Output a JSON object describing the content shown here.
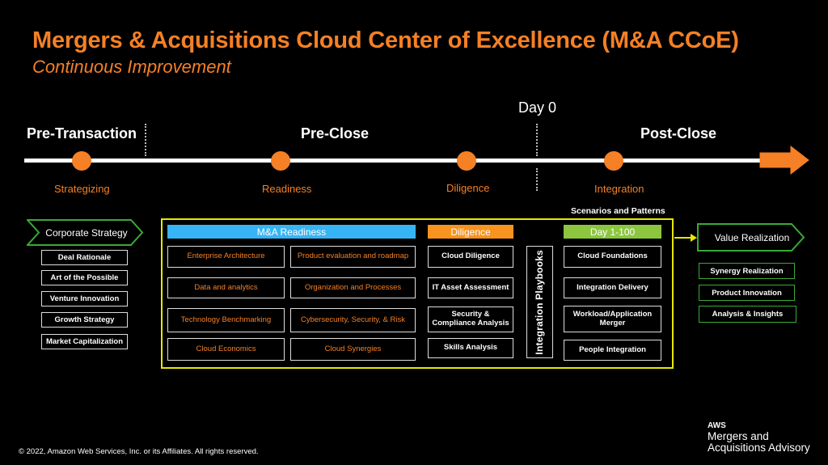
{
  "title": "Mergers & Acquisitions Cloud Center of Excellence (M&A CCoE)",
  "subtitle": "Continuous Improvement",
  "timeline": {
    "day0": "Day 0",
    "phases": [
      "Pre-Transaction",
      "Pre-Close",
      "Post-Close"
    ],
    "milestones": [
      "Strategizing",
      "Readiness",
      "Diligence",
      "Integration"
    ]
  },
  "corporate_strategy": {
    "label": "Corporate Strategy",
    "items": [
      "Deal Rationale",
      "Art of the Possible",
      "Venture Innovation",
      "Growth Strategy",
      "Market Capitalization"
    ]
  },
  "scenarios_label": "Scenarios and Patterns",
  "ma_readiness": {
    "header": "M&A Readiness",
    "items": [
      "Enterprise Architecture",
      "Product evaluation and roadmap",
      "Data and analytics",
      "Organization and Processes",
      "Technology Benchmarking",
      "Cybersecurity, Security, & Risk",
      "Cloud Economics",
      "Cloud Synergies"
    ]
  },
  "diligence": {
    "header": "Diligence",
    "items": [
      "Cloud Diligence",
      "IT Asset Assessment",
      "Security & Compliance Analysis",
      "Skills Analysis"
    ]
  },
  "playbooks": "Integration Playbooks",
  "day1_100": {
    "header": "Day 1-100",
    "items": [
      "Cloud Foundations",
      "Integration Delivery",
      "Workload/Application Merger",
      "People Integration"
    ]
  },
  "value_realization": {
    "label": "Value Realization",
    "items": [
      "Synergy Realization",
      "Product Innovation",
      "Analysis & Insights"
    ]
  },
  "footer": {
    "copyright": "© 2022, Amazon Web Services, Inc. or its Affiliates. All rights reserved.",
    "aws": "AWS",
    "advisory_line1": "Mergers and",
    "advisory_line2": "Acquisitions Advisory"
  },
  "colors": {
    "accent_orange": "#f58025",
    "readiness_blue": "#36b4f4",
    "diligence_orange": "#f7931e",
    "day_green": "#8cc63f",
    "strategy_green": "#3aaa35",
    "frame_yellow": "#e8e800"
  }
}
